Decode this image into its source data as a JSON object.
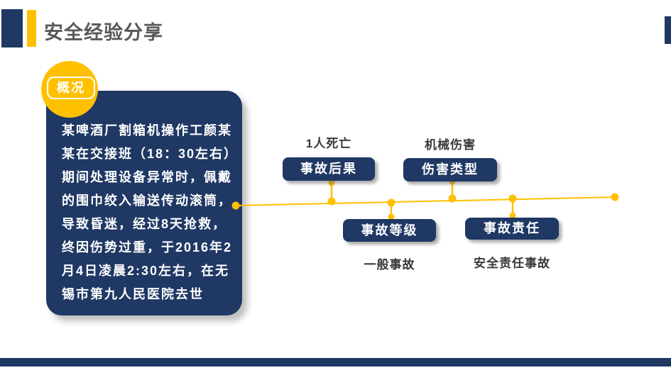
{
  "slide": {
    "title": "安全经验分享",
    "colors": {
      "navy": "#1F3864",
      "gold": "#FFC000",
      "title_gray": "#595959",
      "label_dark": "#3A3A3A",
      "text_white": "#FFFFFF"
    }
  },
  "overview": {
    "badge": "概况",
    "lines": [
      "某啤酒厂割箱机操作工颜某",
      "某在交接班（18：30左右）",
      "期间处理设备异常时，佩戴",
      "的围巾绞入输送传动滚筒，",
      "导致昏迷，经过8天抢救，",
      "终因伤势过重，于2016年2",
      "月4日凌晨2:30左右，在无",
      "锡市第九人民医院去世"
    ]
  },
  "timeline": {
    "items": [
      {
        "label": "事故后果",
        "value": "1人死亡",
        "position": "above"
      },
      {
        "label": "伤害类型",
        "value": "机械伤害",
        "position": "above"
      },
      {
        "label": "事故等级",
        "value": "一般事故",
        "position": "below"
      },
      {
        "label": "事故责任",
        "value": "安全责任事故",
        "position": "below"
      }
    ]
  }
}
